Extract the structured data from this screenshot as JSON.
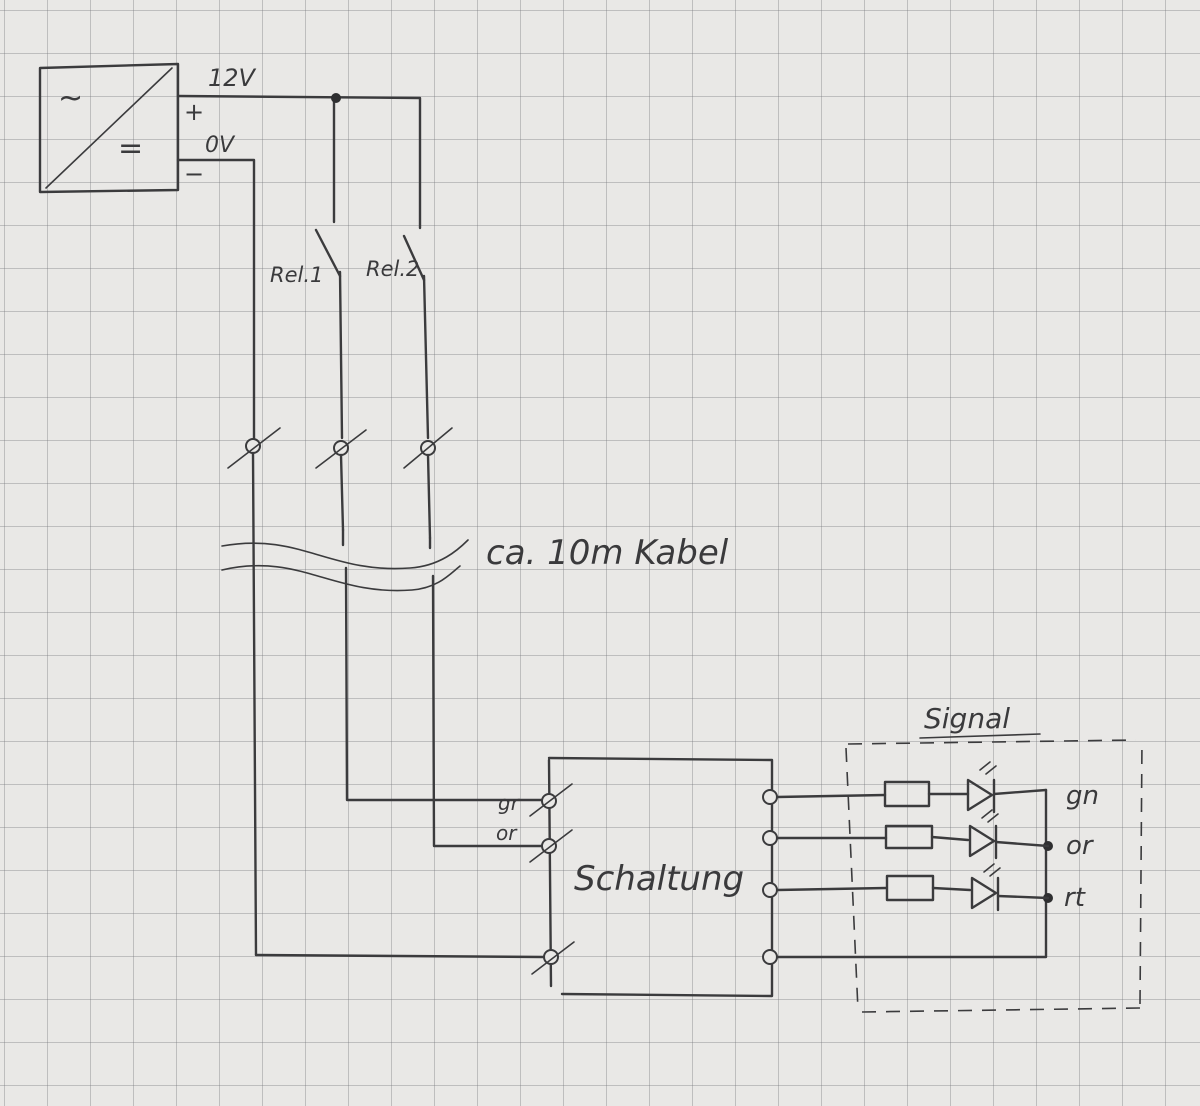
{
  "power_supply": {
    "ac_symbol": "~",
    "dc_symbol": "=",
    "plus": "+",
    "minus": "−",
    "v12_label": "12V",
    "v0_label": "0V"
  },
  "relays": {
    "rel1_label": "Rel.1",
    "rel2_label": "Rel.2"
  },
  "cable": {
    "label": "ca. 10m Kabel"
  },
  "circuit": {
    "label": "Schaltung",
    "input_gr": "gr",
    "input_or": "or"
  },
  "signal": {
    "title": "Signal",
    "led_gn": "gn",
    "led_or": "or",
    "led_rt": "rt"
  }
}
